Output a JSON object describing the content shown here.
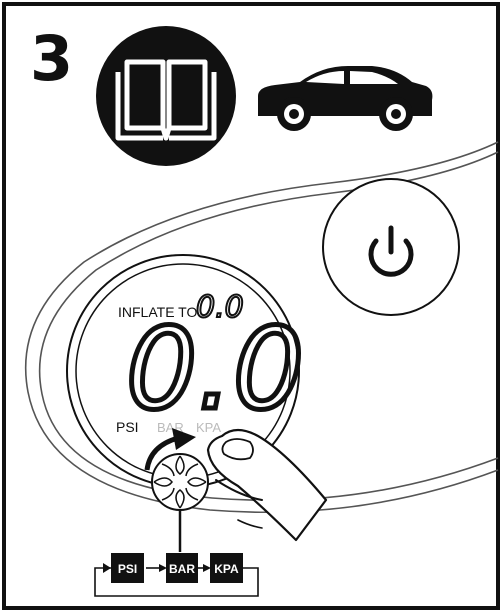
{
  "step": {
    "number": "3"
  },
  "icons": {
    "manual": "open-book-icon",
    "vehicle": "car-icon",
    "power": "power-icon"
  },
  "display": {
    "inflate_label": "INFLATE TO",
    "target_value": "0.0",
    "main_value": "0.0",
    "units": {
      "psi": "PSI",
      "bar": "BAR",
      "kpa": "KPA"
    }
  },
  "unit_cycle": {
    "psi": "PSI",
    "bar": "BAR",
    "kpa": "KPA"
  },
  "colors": {
    "ink": "#111111",
    "inactive_unit": "#bbbbbb",
    "background": "#ffffff"
  }
}
